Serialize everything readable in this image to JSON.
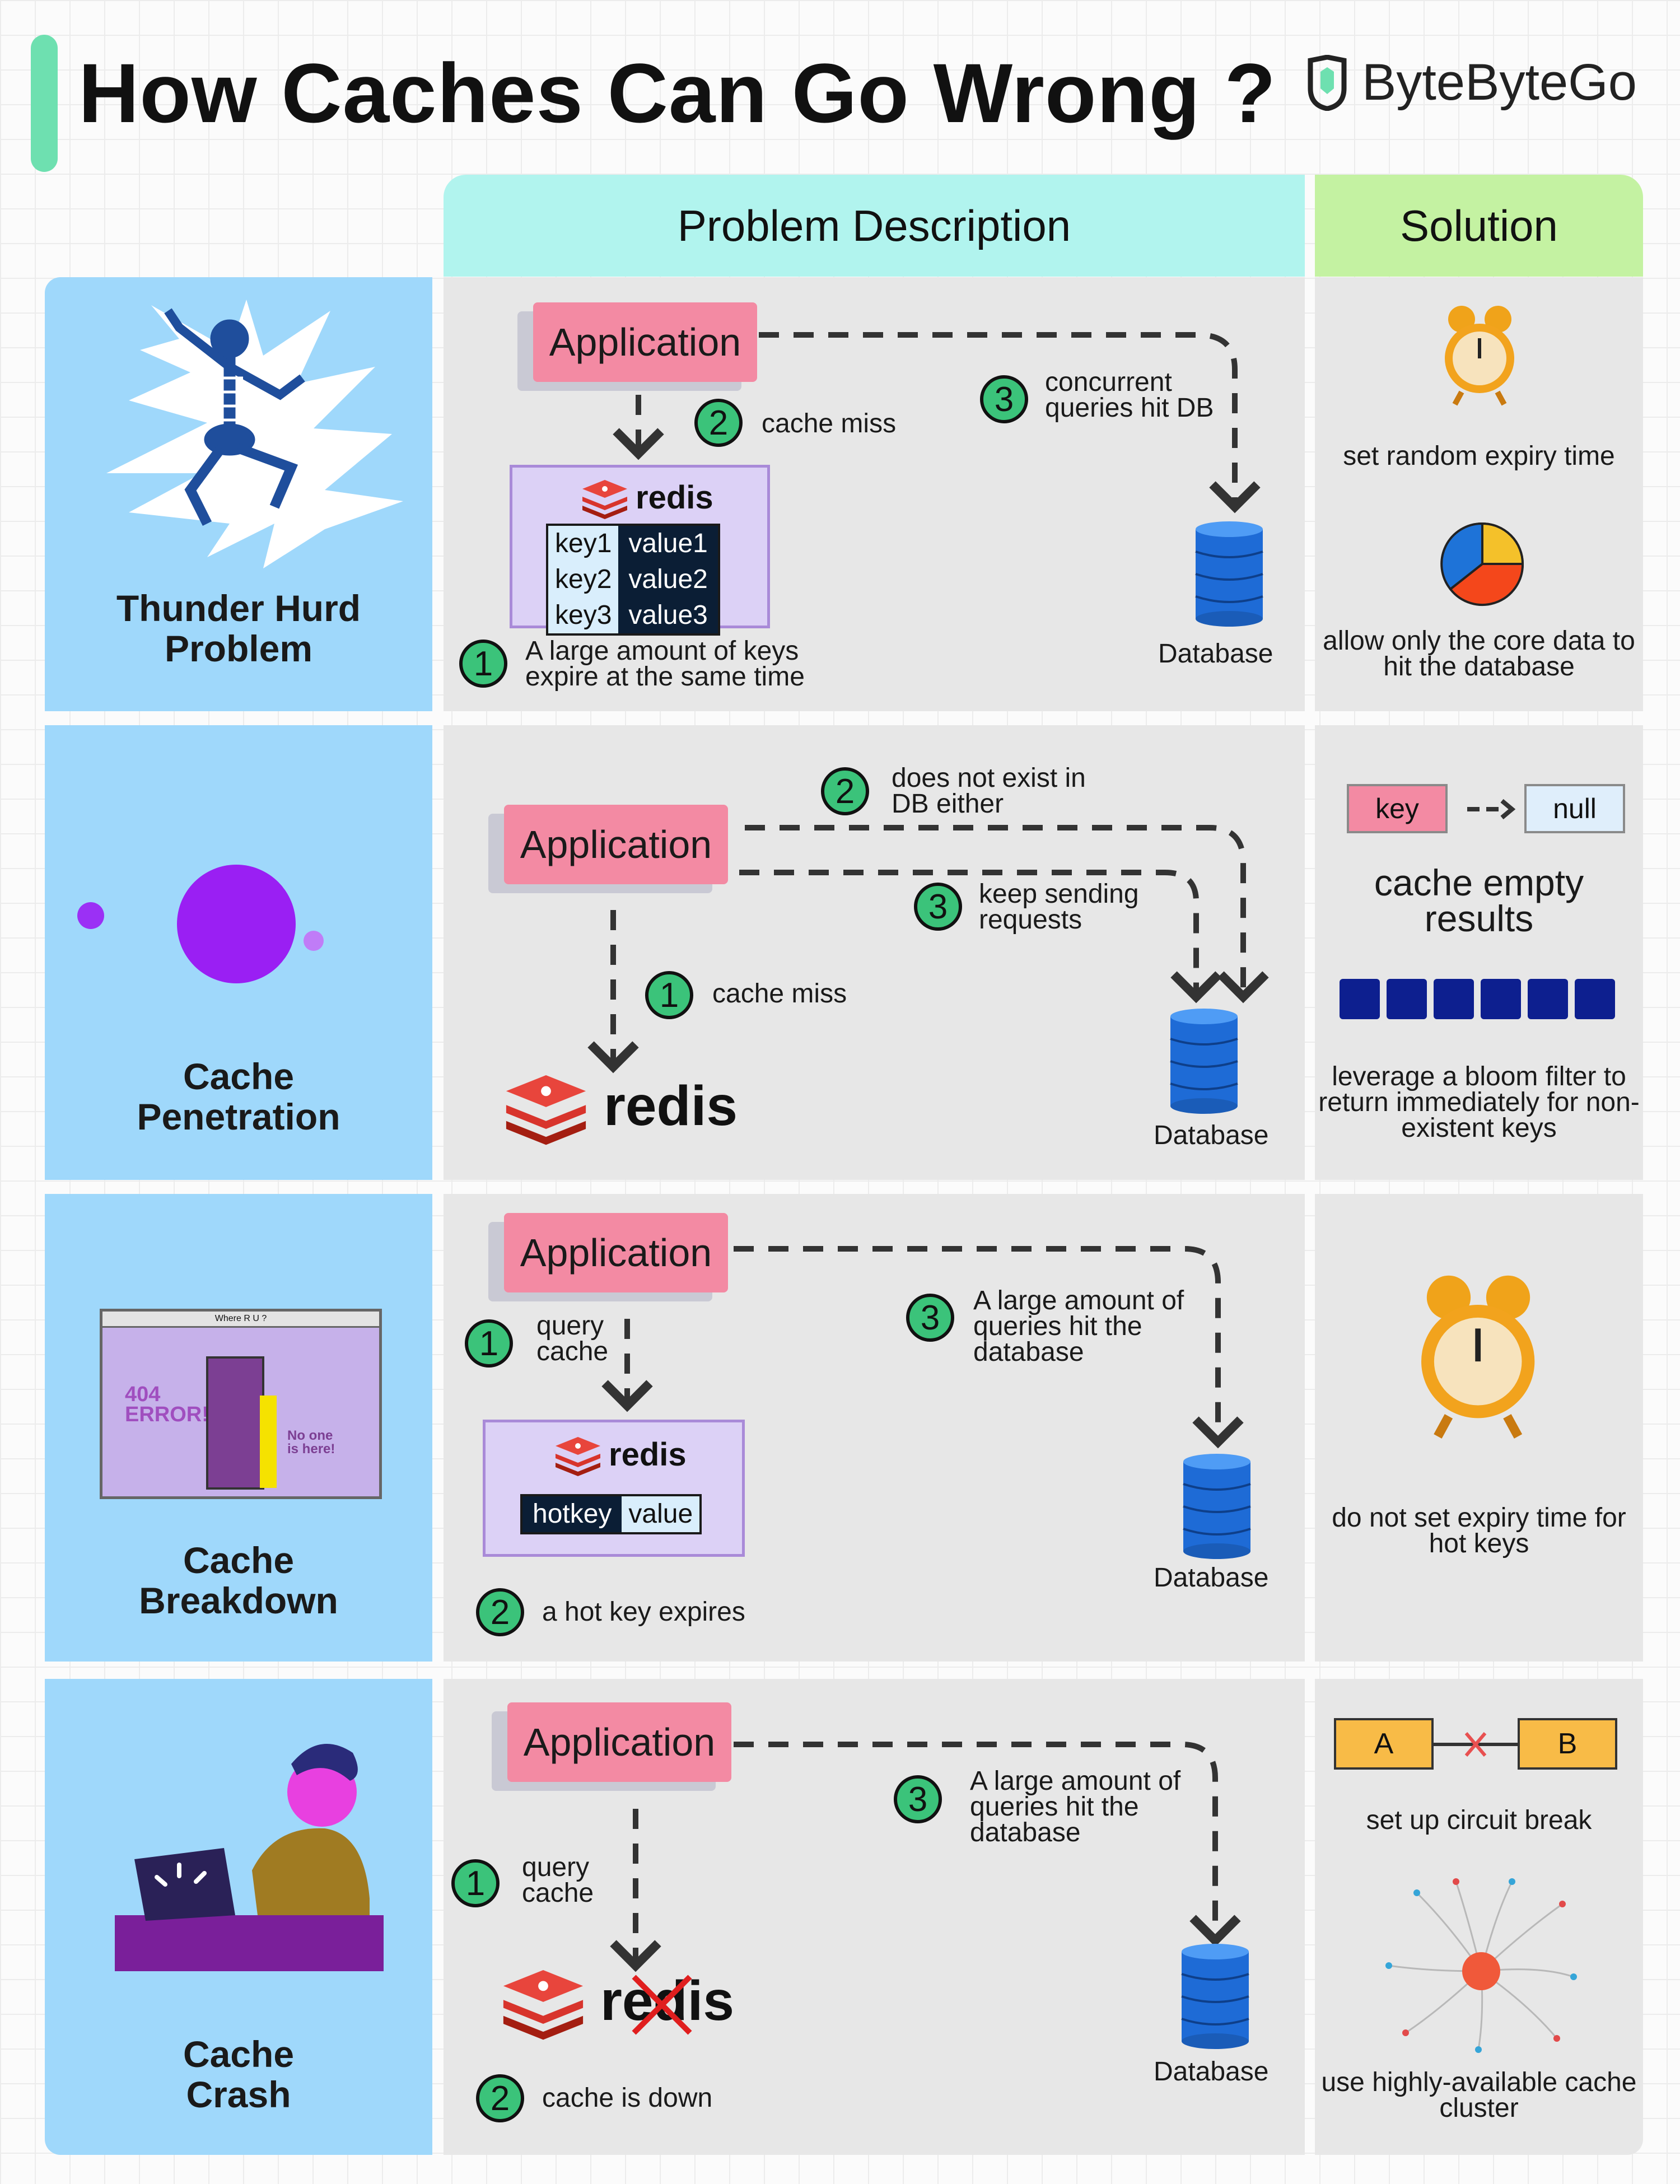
{
  "title": "How Caches Can Go Wrong ?",
  "brand": "ByteByteGo",
  "headers": {
    "problem": "Problem Description",
    "solution": "Solution"
  },
  "colors": {
    "accent_green": "#3bc37a",
    "app_pink": "#f38aa3",
    "left_blue": "#9fd8fb",
    "db_blue": "#1e6bd6",
    "redis_red": "#d8342c"
  },
  "common": {
    "application": "Application",
    "database": "Database",
    "redis": "redis"
  },
  "rows": [
    {
      "title_line1": "Thunder Hurd",
      "title_line2": "Problem",
      "steps": {
        "s1": "A large amount of keys\nexpire at the same time",
        "s2": "cache miss",
        "s3": "concurrent\nqueries hit DB"
      },
      "kv": [
        [
          "key1",
          "value1"
        ],
        [
          "key2",
          "value2"
        ],
        [
          "key3",
          "value3"
        ]
      ],
      "solutions": {
        "a": "set random expiry\ntime",
        "b": "allow only the core\ndata to hit the database"
      }
    },
    {
      "title_line1": "Cache",
      "title_line2": "Penetration",
      "steps": {
        "s1": "cache miss",
        "s2": "does not exist in\nDB either",
        "s3": "keep sending\nrequests"
      },
      "solutions": {
        "key": "key",
        "null": "null",
        "a": "cache empty\nresults",
        "b": "leverage a bloom filter\nto return immediately\nfor non-existent keys"
      }
    },
    {
      "title_line1": "Cache",
      "title_line2": "Breakdown",
      "steps": {
        "s1": "query\ncache",
        "s2": "a hot key expires",
        "s3": "A large amount of\nqueries hit the\ndatabase"
      },
      "kv": [
        [
          "hotkey",
          "value"
        ]
      ],
      "illustration": {
        "error": "404\nERROR!",
        "note": "No one\nis here!",
        "window_title": "Where R U ?"
      },
      "solutions": {
        "a": "do not set expiry\ntime for hot keys"
      }
    },
    {
      "title_line1": "Cache",
      "title_line2": "Crash",
      "steps": {
        "s1": "query\ncache",
        "s2": "cache is down",
        "s3": "A large amount of\nqueries hit the\ndatabase"
      },
      "solutions": {
        "node_a": "A",
        "node_b": "B",
        "a": "set up circuit break",
        "b": "use highly-available\ncache cluster"
      }
    }
  ]
}
